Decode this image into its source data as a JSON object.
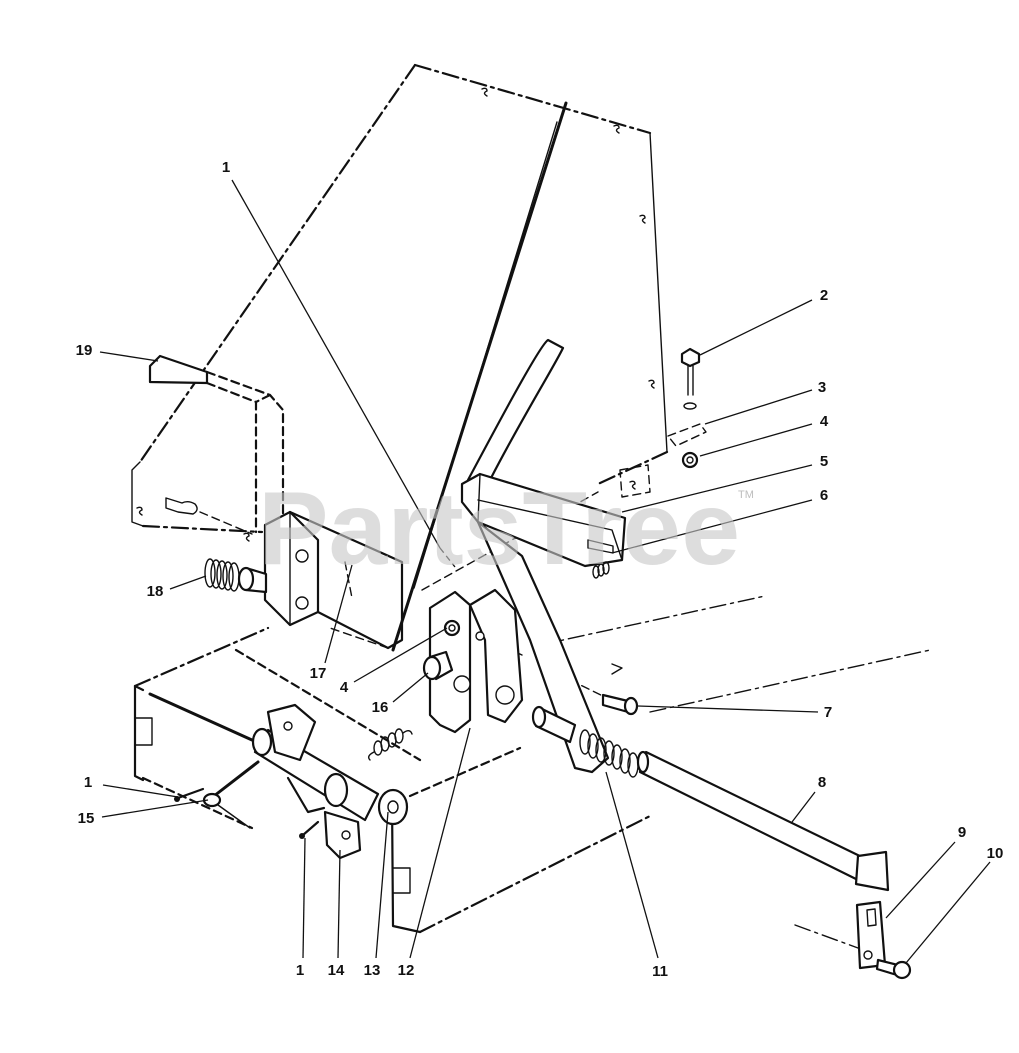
{
  "watermark": {
    "text": "PartsTree",
    "mark": "TM"
  },
  "callouts": [
    "1",
    "2",
    "3",
    "4",
    "5",
    "6",
    "7",
    "8",
    "9",
    "10",
    "11",
    "12",
    "13",
    "14",
    "1",
    "15",
    "1",
    "16",
    "4",
    "17",
    "18",
    "19"
  ]
}
